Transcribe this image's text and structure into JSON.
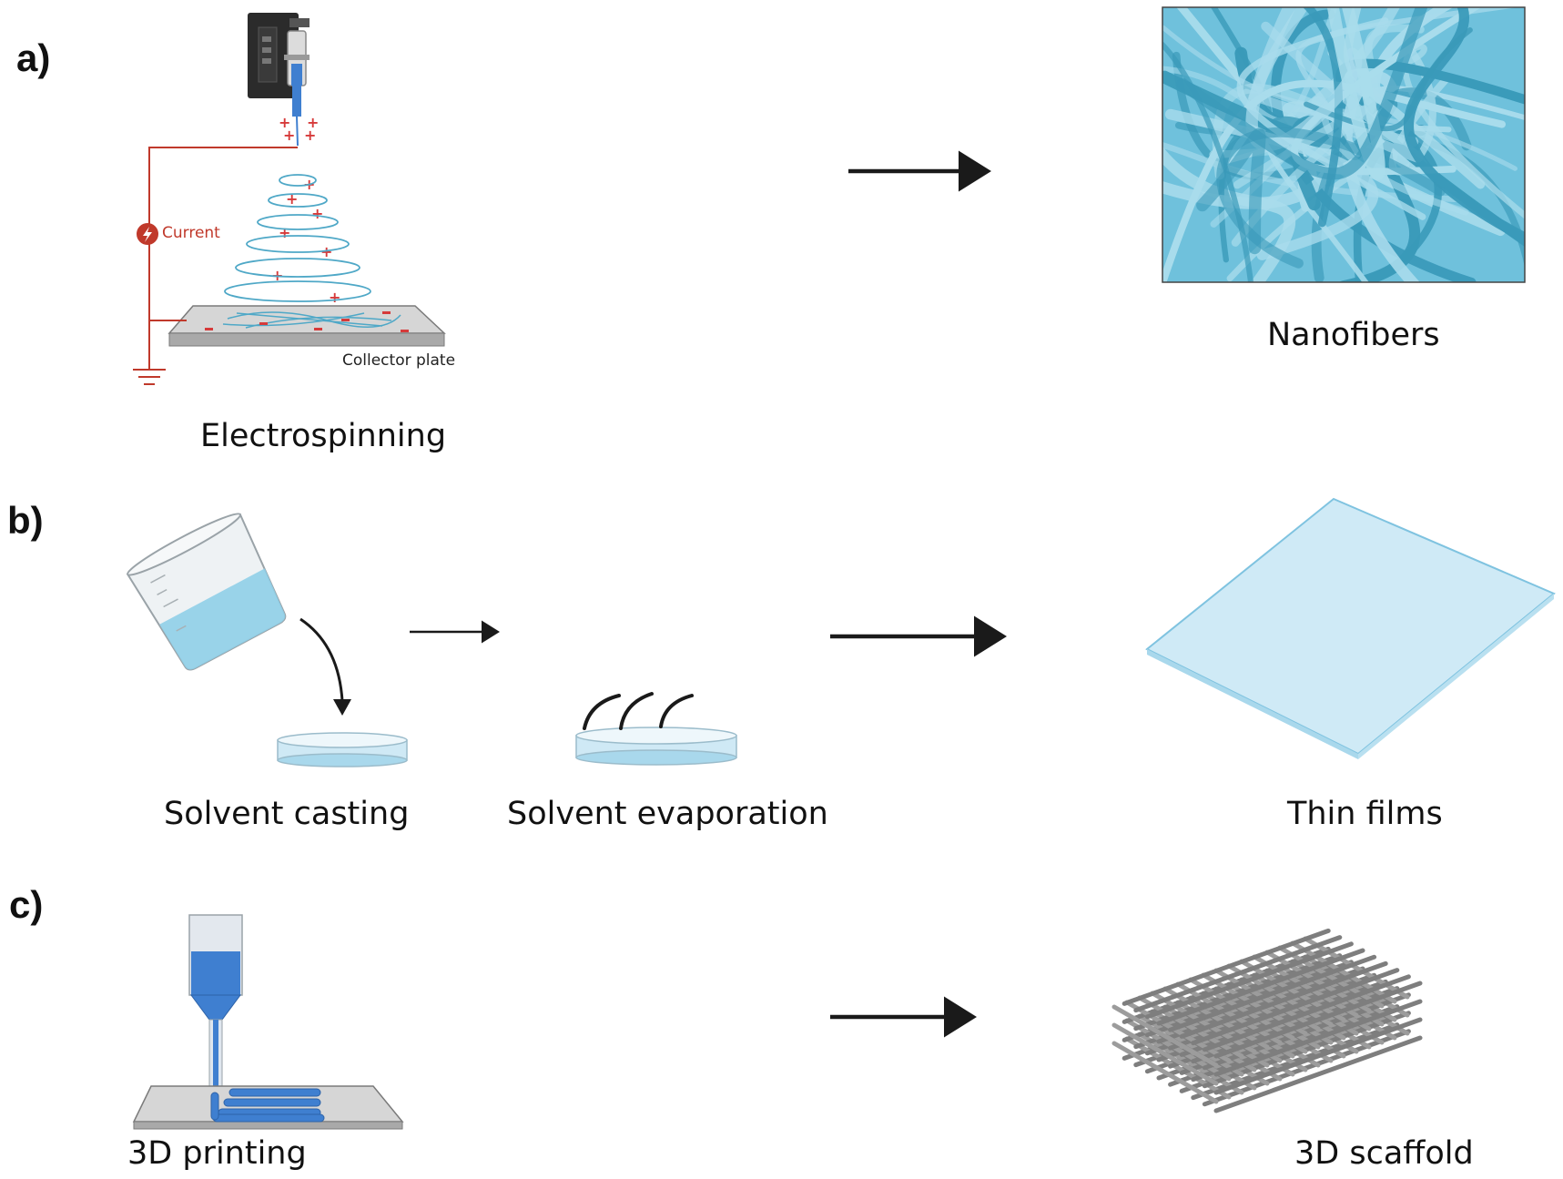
{
  "panels": {
    "a": {
      "label": "a)",
      "current_label": "Current",
      "collector_label": "Collector plate",
      "process_caption": "Electrospinning",
      "product_caption": "Nanofibers"
    },
    "b": {
      "label": "b)",
      "casting_caption": "Solvent casting",
      "evaporation_caption": "Solvent evaporation",
      "product_caption": "Thin films"
    },
    "c": {
      "label": "c)",
      "process_caption": "3D printing",
      "product_caption": "3D scaffold"
    }
  },
  "colors": {
    "arrow": "#1a1a1a",
    "circuit": "#c0392b",
    "fiber": "#4fa8c7",
    "ink": "#3f7fd0",
    "film": "#cfeaf6",
    "scaffold": "#8c8c8c"
  },
  "icons": [
    "syringe-pump-icon",
    "beaker-icon",
    "petri-dish-icon",
    "steam-icon",
    "printer-nozzle-icon",
    "scaffold-icon",
    "nanofiber-mesh-icon",
    "thin-film-icon"
  ]
}
